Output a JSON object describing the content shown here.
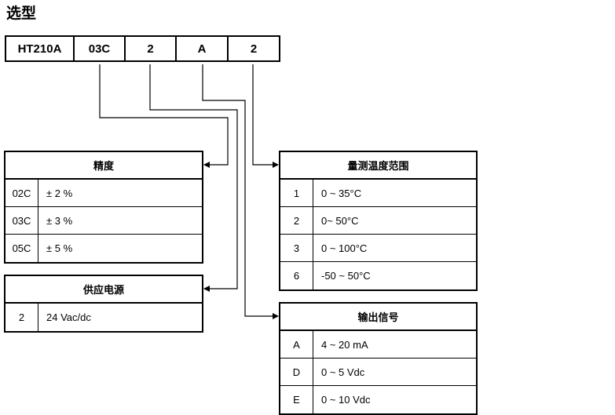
{
  "heading": "选型",
  "model_code": [
    "HT210A",
    "03C",
    "2",
    "A",
    "2"
  ],
  "tables": {
    "accuracy": {
      "title": "精度",
      "rows": [
        {
          "code": "02C",
          "value": "± 2 %"
        },
        {
          "code": "03C",
          "value": "± 3 %"
        },
        {
          "code": "05C",
          "value": "± 5 %"
        }
      ]
    },
    "power": {
      "title": "供应电源",
      "rows": [
        {
          "code": "2",
          "value": "24 Vac/dc"
        }
      ]
    },
    "range": {
      "title": "量测温度范围",
      "rows": [
        {
          "code": "1",
          "value": "0 ~ 35°C"
        },
        {
          "code": "2",
          "value": "0~ 50°C"
        },
        {
          "code": "3",
          "value": "0 ~ 100°C"
        },
        {
          "code": "6",
          "value": "-50 ~ 50°C"
        }
      ]
    },
    "output": {
      "title": "输出信号",
      "rows": [
        {
          "code": "A",
          "value": "4 ~ 20 mA"
        },
        {
          "code": "D",
          "value": "0 ~ 5 Vdc"
        },
        {
          "code": "E",
          "value": "0 ~ 10 Vdc"
        }
      ]
    }
  }
}
